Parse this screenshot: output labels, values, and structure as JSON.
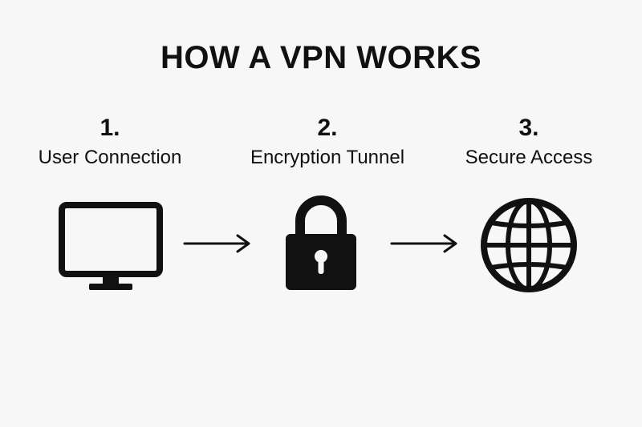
{
  "title": "HOW A VPN WORKS",
  "steps": [
    {
      "number": "1.",
      "label": "User Connection",
      "icon": "monitor-icon"
    },
    {
      "number": "2.",
      "label": "Encryption Tunnel",
      "icon": "lock-icon"
    },
    {
      "number": "3.",
      "label": "Secure Access",
      "icon": "globe-icon"
    }
  ],
  "colors": {
    "background": "#f7f7f7",
    "ink": "#111111"
  }
}
